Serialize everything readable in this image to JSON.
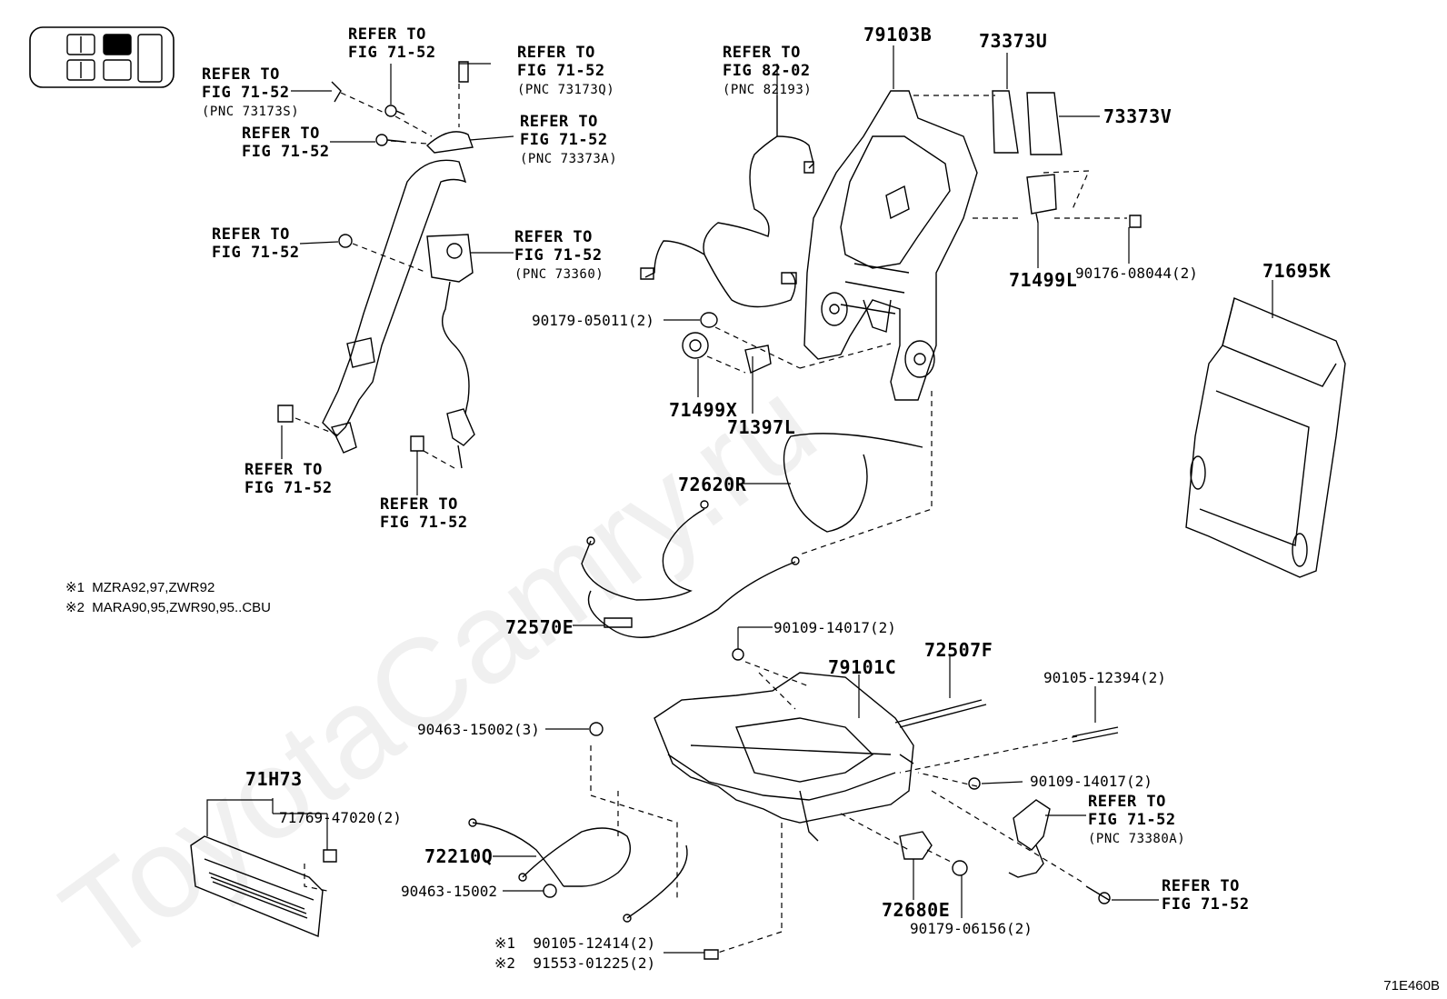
{
  "figure_id": "71E460B",
  "watermark": "ToyotaCamry.ru",
  "notes": [
    {
      "mark": "※1",
      "text": "MZRA92,97,ZWR92"
    },
    {
      "mark": "※2",
      "text": "MARA90,95,ZWR90,95..CBU"
    }
  ],
  "refs": {
    "r1": {
      "line1": "REFER TO",
      "line2": "FIG 71-52",
      "pnc": ""
    },
    "r2": {
      "line1": "REFER TO",
      "line2": "FIG 71-52",
      "pnc": "(PNC 73173Q)"
    },
    "r3": {
      "line1": "REFER TO",
      "line2": "FIG 71-52",
      "pnc": "(PNC 73173S)"
    },
    "r4": {
      "line1": "REFER TO",
      "line2": "FIG 71-52",
      "pnc": ""
    },
    "r5": {
      "line1": "REFER TO",
      "line2": "FIG 71-52",
      "pnc": "(PNC 73373A)"
    },
    "r6": {
      "line1": "REFER TO",
      "line2": "FIG 71-52",
      "pnc": ""
    },
    "r7": {
      "line1": "REFER TO",
      "line2": "FIG 71-52",
      "pnc": "(PNC 73360)"
    },
    "r8": {
      "line1": "REFER TO",
      "line2": "FIG 71-52",
      "pnc": ""
    },
    "r9": {
      "line1": "REFER TO",
      "line2": "FIG 71-52",
      "pnc": ""
    },
    "r10": {
      "line1": "REFER TO",
      "line2": "FIG 82-02",
      "pnc": "(PNC 82193)"
    },
    "r11": {
      "line1": "REFER TO",
      "line2": "FIG 71-52",
      "pnc": "(PNC 73380A)"
    },
    "r12": {
      "line1": "REFER TO",
      "line2": "FIG 71-52",
      "pnc": ""
    }
  },
  "parts": {
    "p79103B": "79103B",
    "p73373U": "73373U",
    "p73373V": "73373V",
    "p71499L": "71499L",
    "p90176": "90176-08044(2)",
    "p71695K": "71695K",
    "p90179_05011": "90179-05011(2)",
    "p71499X": "71499X",
    "p71397L": "71397L",
    "p72620R": "72620R",
    "p72570E": "72570E",
    "p90109_a": "90109-14017(2)",
    "p79101C": "79101C",
    "p72507F": "72507F",
    "p90105_12394": "90105-12394(2)",
    "p90463_3": "90463-15002(3)",
    "p90109_b": "90109-14017(2)",
    "p71H73": "71H73",
    "p71769": "71769-47020(2)",
    "p72210Q": "72210Q",
    "p90463": "90463-15002",
    "p72680E": "72680E",
    "p90179_06156": "90179-06156(2)",
    "p90105_12414": "90105-12414(2)",
    "p91553": "91553-01225(2)"
  },
  "marks": {
    "m1": "※1",
    "m2": "※2"
  }
}
